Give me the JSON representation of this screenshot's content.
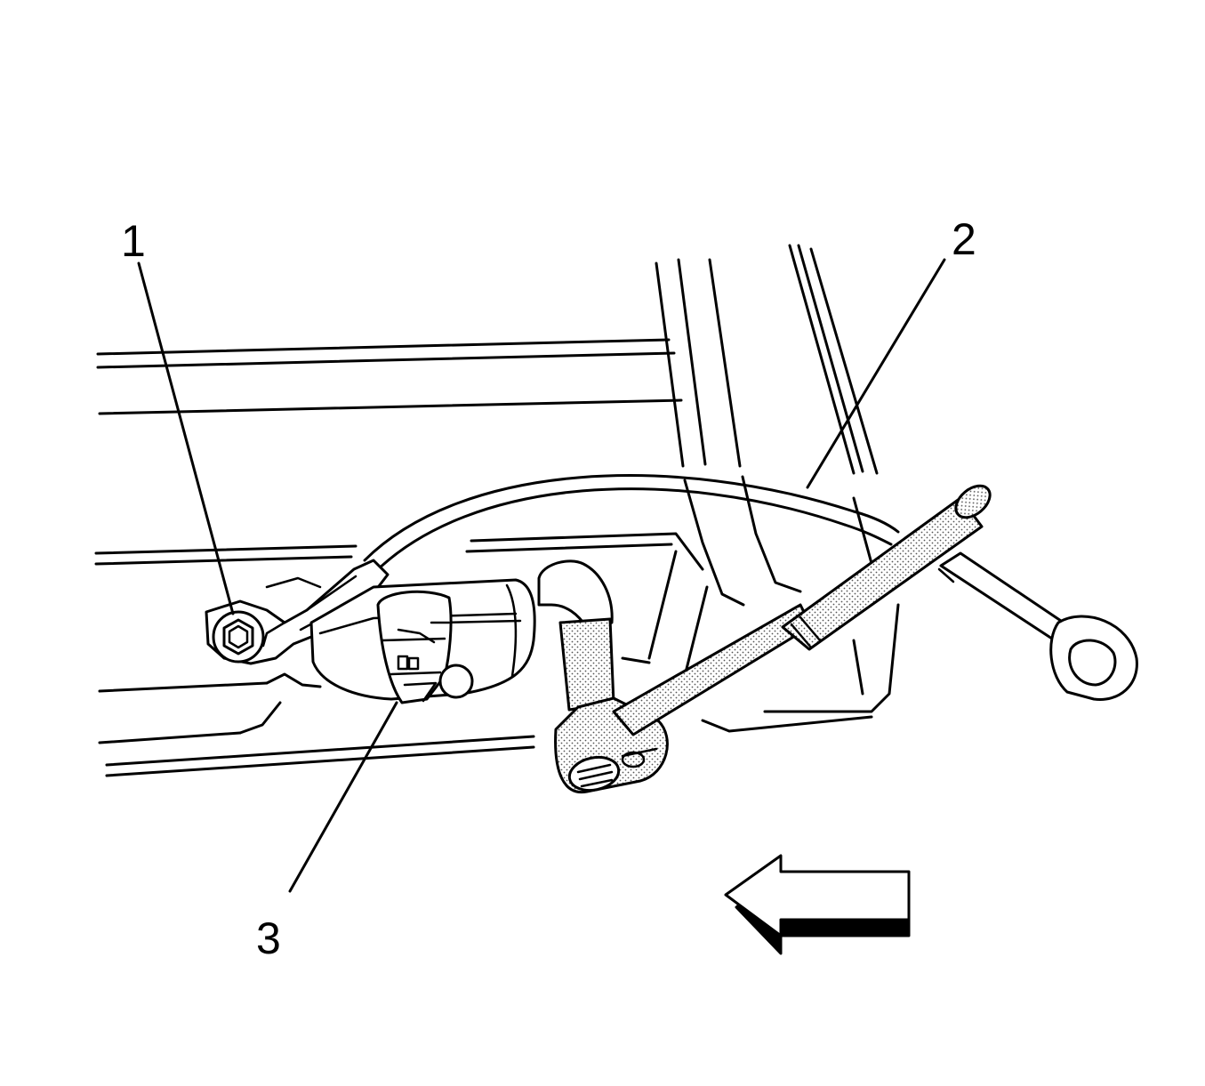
{
  "callouts": [
    {
      "id": "1",
      "label": "1"
    },
    {
      "id": "2",
      "label": "2"
    },
    {
      "id": "3",
      "label": "3"
    }
  ],
  "direction_arrow": {
    "icon": "left-arrow-icon"
  },
  "colors": {
    "line": "#000000",
    "background": "#ffffff",
    "shade": "#bdbdbd"
  }
}
